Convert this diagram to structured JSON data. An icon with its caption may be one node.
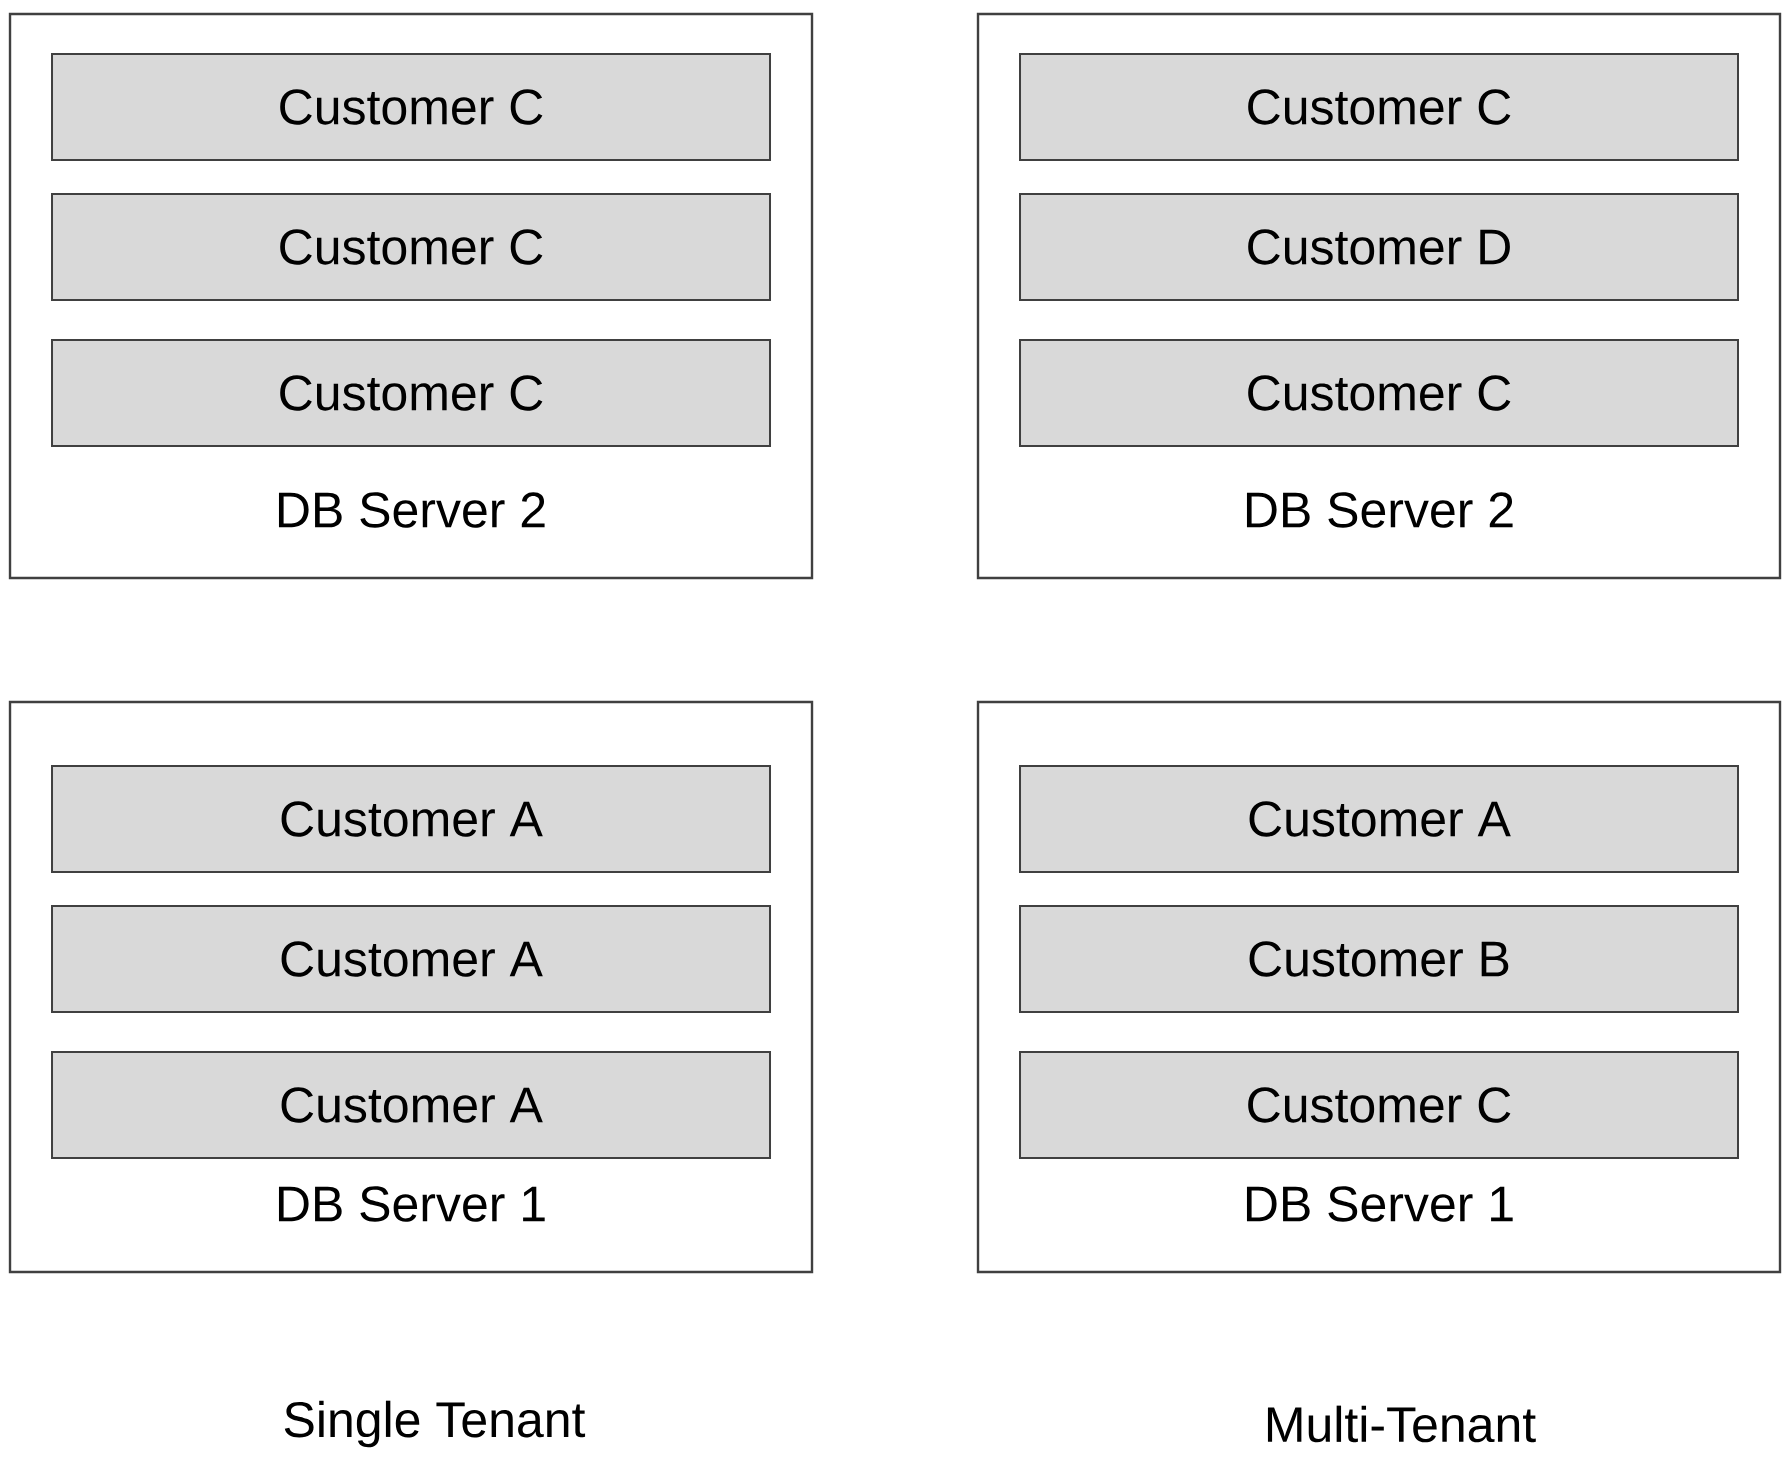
{
  "diagram": {
    "nodes": [
      {
        "text": [
          "DB Server 2"
        ]
      },
      {
        "text": [
          "Customer C"
        ],
        "in": 0
      },
      {
        "text": [
          "Customer C"
        ],
        "in": 0
      },
      {
        "text": [
          "Customer C"
        ],
        "in": 0
      },
      {
        "text": [
          "DB Server 2"
        ]
      },
      {
        "text": [
          "Customer C"
        ],
        "in": 4
      },
      {
        "text": [
          "Customer D"
        ],
        "in": 4
      },
      {
        "text": [
          "Customer C"
        ],
        "in": 4
      },
      {
        "text": [
          "DB Server 1"
        ]
      },
      {
        "text": [
          "Customer A"
        ],
        "in": 8
      },
      {
        "text": [
          "Customer A"
        ],
        "in": 8
      },
      {
        "text": [
          "Customer A"
        ],
        "in": 8
      },
      {
        "text": [
          "DB Server 1"
        ]
      },
      {
        "text": [
          "Customer A"
        ],
        "in": 12
      },
      {
        "text": [
          "Customer B"
        ],
        "in": 12
      },
      {
        "text": [
          "Customer C"
        ],
        "in": 12
      }
    ],
    "edges": [],
    "labels": [
      "Single Tenant",
      "Multi-Tenant"
    ]
  }
}
